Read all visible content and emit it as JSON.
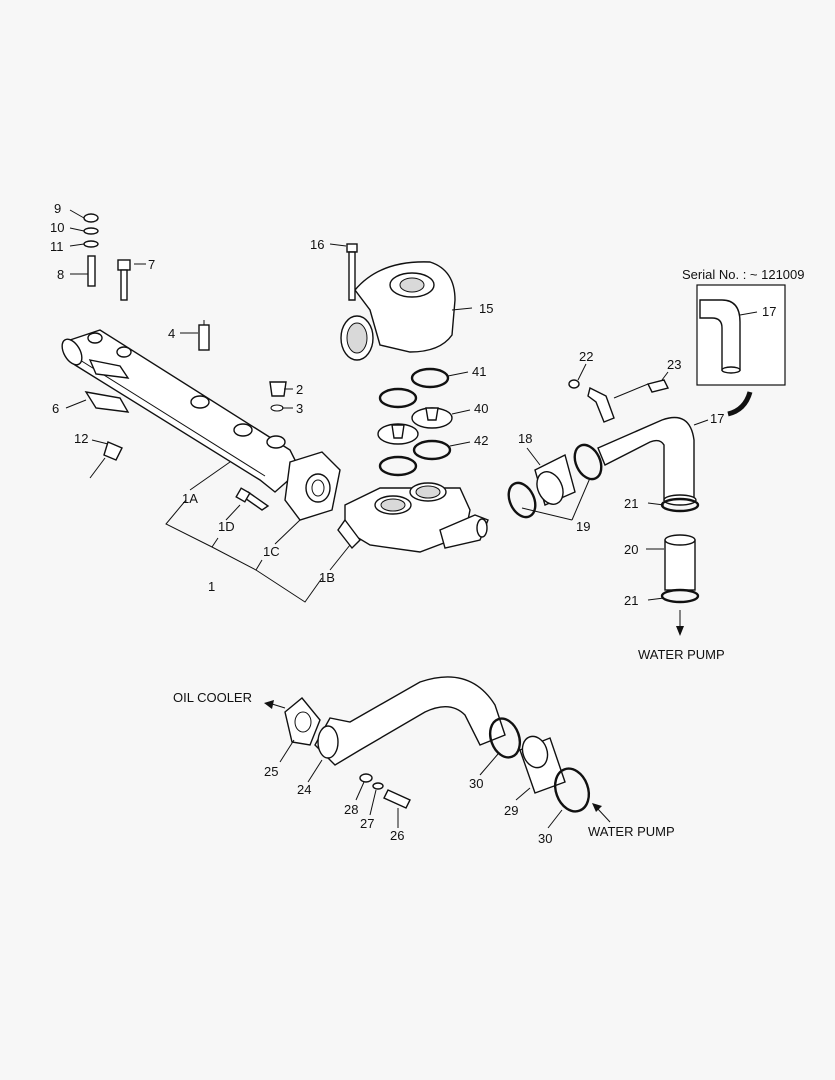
{
  "diagram": {
    "callouts": {
      "p9": "9",
      "p10": "10",
      "p11": "11",
      "p8": "8",
      "p7": "7",
      "p16": "16",
      "p4": "4",
      "p15": "15",
      "p2": "2",
      "p3": "3",
      "p41": "41",
      "p6": "6",
      "p40": "40",
      "p12": "12",
      "p42": "42",
      "p22": "22",
      "p23": "23",
      "p17a": "17",
      "p17b": "17",
      "p18": "18",
      "p1A": "1A",
      "p1D": "1D",
      "p1C": "1C",
      "p1": "1",
      "p1B": "1B",
      "p19": "19",
      "p21a": "21",
      "p20": "20",
      "p21b": "21",
      "p25": "25",
      "p24": "24",
      "p28": "28",
      "p27": "27",
      "p26": "26",
      "p30a": "30",
      "p29": "29",
      "p30b": "30"
    },
    "serial_note": "Serial No. : ~ 121009",
    "water_pump_top": "WATER PUMP",
    "water_pump_bottom": "WATER PUMP",
    "oil_cooler": "OIL COOLER"
  }
}
